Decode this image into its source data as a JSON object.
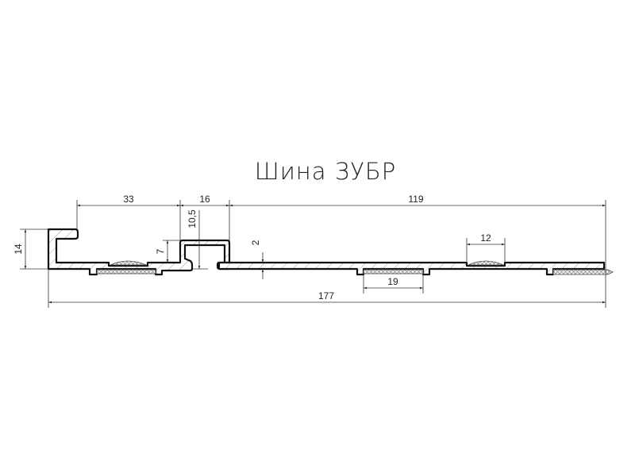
{
  "title": "Шина ЗУБР",
  "dimensions": {
    "d33": "33",
    "d16": "16",
    "d119": "119",
    "d177": "177",
    "d14": "14",
    "d10_5": "10,5",
    "d7": "7",
    "d2": "2",
    "d12": "12",
    "d19": "19"
  }
}
